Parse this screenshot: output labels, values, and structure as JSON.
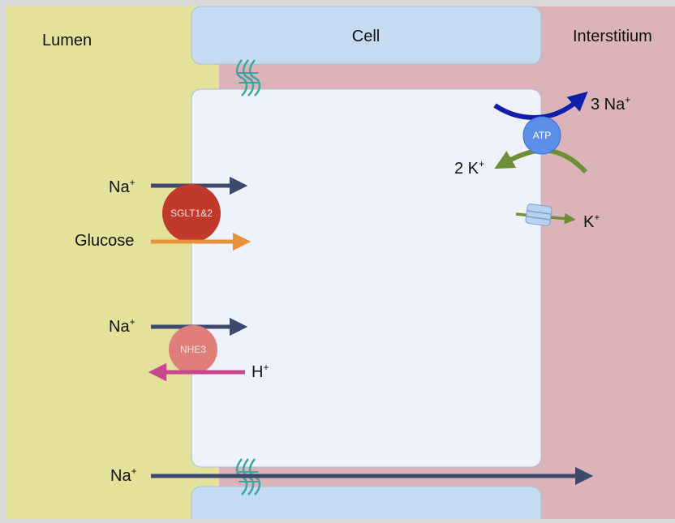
{
  "regions": {
    "lumen": "Lumen",
    "cell": "Cell",
    "interstitium": "Interstitium"
  },
  "transporters": {
    "sglt": "SGLT1&2",
    "nhe": "NHE3",
    "pump": "ATP"
  },
  "ions": {
    "na_sglt": "Na",
    "glucose": "Glucose",
    "na_nhe": "Na",
    "h_nhe": "H",
    "na_paracellular": "Na",
    "na_pump_out": "3 Na",
    "k_pump_in": "2 K",
    "k_channel_out": "K",
    "plus": "+"
  },
  "colors": {
    "lumen": "#e4e19a",
    "interstitium": "#dbb3b9",
    "cell_interior": "#eef2fa",
    "cell_cap": "#c4dbf1",
    "cell_border": "#a9bfd8",
    "na_arrow": "#3d4a6e",
    "glucose_arrow": "#e8913a",
    "h_arrow": "#c8468e",
    "sglt": "#c0392b",
    "nhe": "#e07f7a",
    "atp": "#5b8fe8",
    "pump_arrow": "#0f1ea8",
    "k_arrow": "#6f8f37",
    "junction": "#3aa6a0",
    "channel": "#b9d2f0"
  },
  "icons": {
    "tight_junction": "tight-junction-icon",
    "k_channel": "k-channel-icon"
  }
}
